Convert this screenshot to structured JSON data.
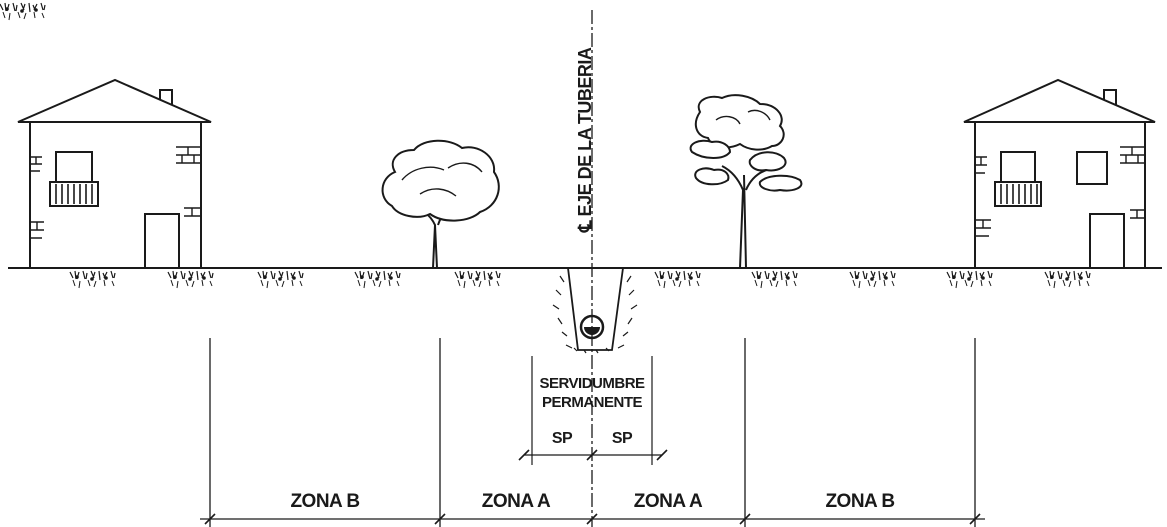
{
  "axis_label": "℄ EJE DE LA TUBERIA",
  "servidumbre": {
    "line1": "SERVIDUMBRE",
    "line2": "PERMANENTE",
    "sp_left": "SP",
    "sp_right": "SP"
  },
  "zones": [
    {
      "id": "zone-b-left",
      "label": "ZONA B"
    },
    {
      "id": "zone-a-left",
      "label": "ZONA A"
    },
    {
      "id": "zone-a-right",
      "label": "ZONA A"
    },
    {
      "id": "zone-b-right",
      "label": "ZONA B"
    }
  ],
  "colors": {
    "ink": "#1a1a1a",
    "background": "#ffffff"
  }
}
